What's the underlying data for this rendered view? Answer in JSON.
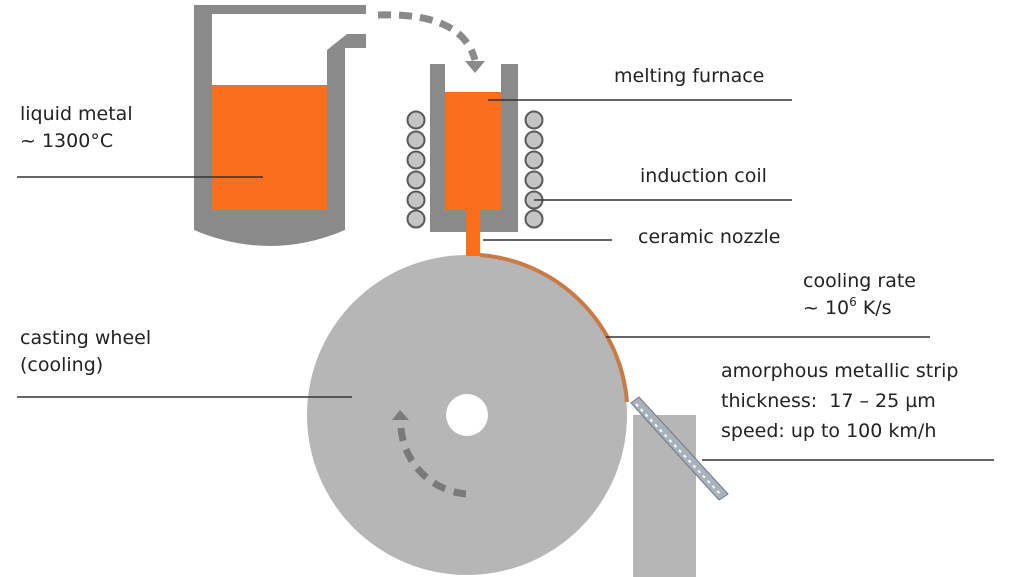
{
  "colors": {
    "metal": "#fa6e1c",
    "vessel": "#8a8a8a",
    "wheel": "#b6b6b6",
    "strip": "#c87b45",
    "line": "#333333"
  },
  "labels": {
    "liquid_metal": {
      "line1": "liquid metal",
      "line2": "~ 1300°C"
    },
    "melting_furnace": "melting furnace",
    "induction_coil": "induction coil",
    "ceramic_nozzle": "ceramic nozzle",
    "cooling_rate": {
      "line1": "cooling rate",
      "prefix": "~ 10",
      "exponent": "6",
      "unit": " K/s"
    },
    "casting_wheel": {
      "line1": "casting wheel",
      "line2": "(cooling)"
    },
    "strip": {
      "line1": "amorphous metallic strip",
      "line2": "thickness:  17 – 25 µm",
      "line3": "speed: up to 100 km/h"
    }
  }
}
